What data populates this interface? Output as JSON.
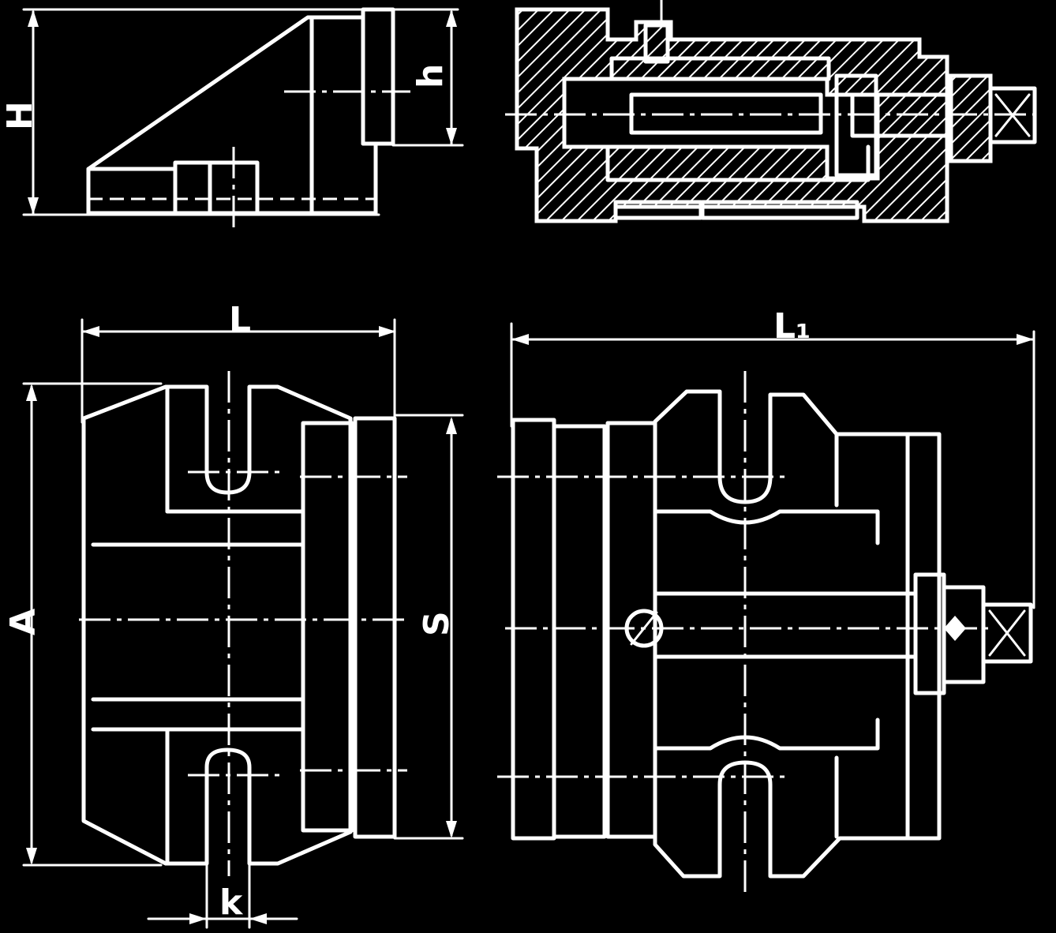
{
  "dimensions": {
    "H": "H",
    "h": "h",
    "L": "L",
    "L1": "L₁",
    "A": "A",
    "S": "S",
    "k": "k"
  },
  "colors": {
    "background": "#000000",
    "lines": "#ffffff"
  }
}
